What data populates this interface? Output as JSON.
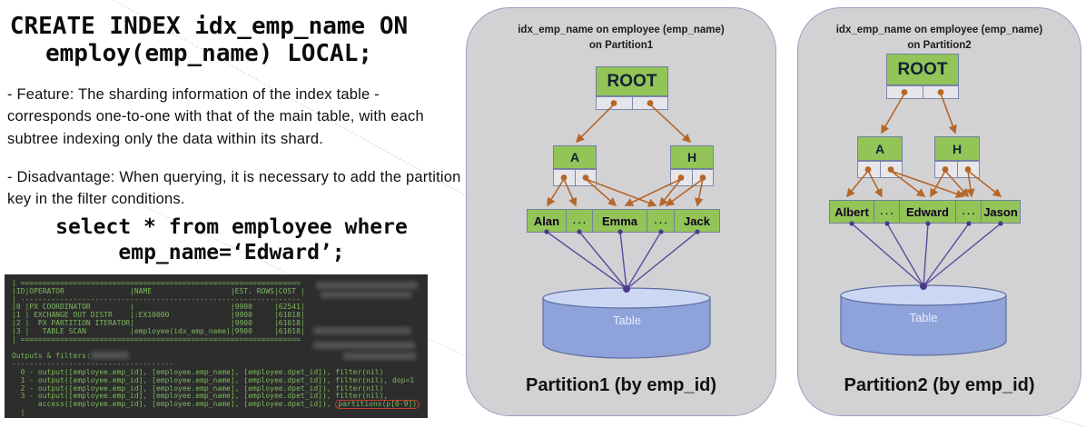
{
  "create_statement": {
    "line1": "CREATE INDEX idx_emp_name ON",
    "line2": "employ(emp_name) LOCAL;"
  },
  "feature_note": " - Feature: The sharding information of the index table - corresponds one-to-one with that of the main table, with each subtree indexing only the data within its shard.",
  "disadvantage_note": " - Disadvantage: When querying, it is necessary to add the partition key in the filter conditions.",
  "select_statement": {
    "line1": "select * from employee where",
    "line2": "emp_name=‘Edward’;"
  },
  "terminal": {
    "plan_lines": [
      "| ================================================================",
      "|ID|OPERATOR               |NAME                  |EST. ROWS|COST |",
      "| ----------------------------------------------------------------",
      "|0 |PX COORDINATOR         |                      |9900     |62541|",
      "|1 | EXCHANGE OUT DISTR    |:EX10000              |9900     |61018|",
      "|2 |  PX PARTITION ITERATOR|                      |9900     |61018|",
      "|3 |   TABLE SCAN          |employee(idx_emp_name)|9900     |61018|",
      "| ================================================================"
    ],
    "outputs_header": "Outputs & filters:",
    "outputs_divider": "-------------------------------------",
    "output_lines": [
      "  0 - output([employee.emp_id], [employee.emp_name], [employee.dpet_id]), filter(nil)",
      "  1 - output([employee.emp_id], [employee.emp_name], [employee.dpet_id]), filter(nil), dop=1",
      "  2 - output([employee.emp_id], [employee.emp_name], [employee.dpet_id]), filter(nil)",
      "  3 - output([employee.emp_id], [employee.emp_name], [employee.dpet_id]), filter(nil),"
    ],
    "access_prefix": "      access([employee.emp_id], [employee.emp_name], [employee.dpet_id]), ",
    "partitions_highlight": "partitions(p[0-9])",
    "cursor_line": "  |",
    "colors": {
      "background": "#2d2d2d",
      "text": "#7cb85c",
      "highlight_border": "#c43c2c"
    }
  },
  "diagram1": {
    "title_line1": "idx_emp_name on employee (emp_name)",
    "title_line2": "on Partition1",
    "root_label": "ROOT",
    "node_a_label": "A",
    "node_h_label": "H",
    "leaves": [
      "Alan",
      ". . .",
      "Emma",
      ". . .",
      "Jack"
    ],
    "table_label": "Table",
    "caption": "Partition1 (by emp_id)"
  },
  "diagram2": {
    "title_line1": "idx_emp_name on employee (emp_name)",
    "title_line2": "on Partition2",
    "root_label": "ROOT",
    "node_a_label": "A",
    "node_h_label": "H",
    "leaves": [
      "Albert",
      ". . .",
      "Edward",
      ". . .",
      "Jason"
    ],
    "table_label": "Table",
    "caption": "Partition2 (by emp_id)"
  },
  "colors": {
    "node_green": "#93c457",
    "card_gray": "#d2d2d4",
    "arrow_orange": "#b5672a",
    "link_purple": "#5b4a9e",
    "cylinder_body": "#8ea3da",
    "cylinder_top": "#ccd8f3"
  }
}
